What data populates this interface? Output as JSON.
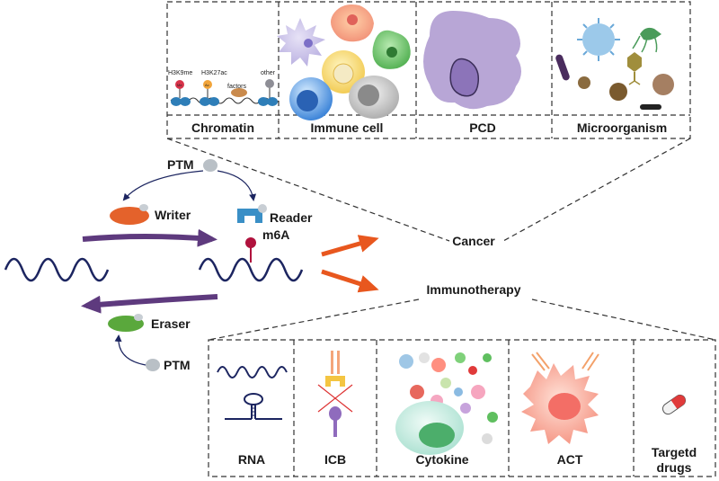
{
  "top_panels": {
    "chromatin": {
      "label": "Chromatin",
      "marks": {
        "h3k9me": "H3K9me",
        "h3k27ac": "H3K27ac",
        "factors": "factors",
        "other": "other",
        "me": "Me",
        "ac": "Ac"
      }
    },
    "immune_cell": {
      "label": "Immune cell"
    },
    "pcd": {
      "label": "PCD"
    },
    "microorganism": {
      "label": "Microorganism"
    }
  },
  "central": {
    "ptm_top": "PTM",
    "writer": "Writer",
    "reader": "Reader",
    "m6a": "m6A",
    "eraser": "Eraser",
    "ptm_bottom": "PTM"
  },
  "outcomes": {
    "cancer": "Cancer",
    "immunotherapy": "Immunotherapy"
  },
  "bottom_panels": {
    "rna": {
      "label": "RNA"
    },
    "icb": {
      "label": "ICB"
    },
    "cytokine": {
      "label": "Cytokine"
    },
    "act": {
      "label": "ACT"
    },
    "targeted_drugs": {
      "label_line1": "Targetd",
      "label_line2": "drugs"
    }
  },
  "colors": {
    "purple_arrow": "#5e3a7e",
    "orange_arrow": "#e8571e",
    "navy": "#1c2560",
    "writer": "#e4622b",
    "eraser": "#5aa83c",
    "reader": "#3a8fc6",
    "m6a": "#b0123d"
  }
}
